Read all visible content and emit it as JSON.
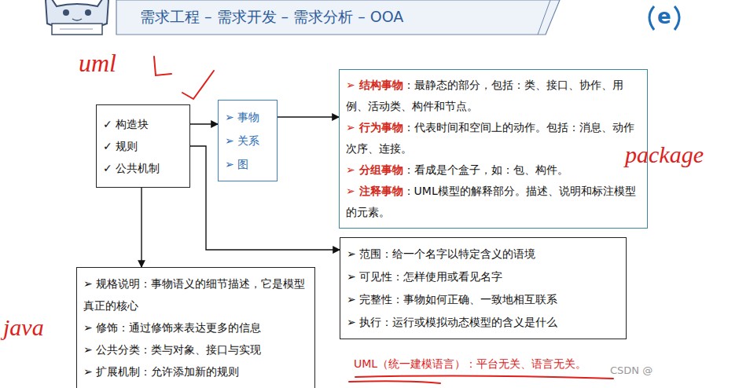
{
  "diagram": {
    "title": "需求工程 – 需求开发 – 需求分析 – OOA",
    "nodes": [
      {
        "text": [
          "✓ 构造块",
          "✓ 规则",
          "✓ 公共机制"
        ]
      },
      {
        "text": [
          "➢ 事物",
          "➢ 关系",
          "➢ 图"
        ]
      },
      {
        "text": [
          "➢ 结构事物：最静态的部分，包括：类、接口、协作、用例、活动类、构件和节点。",
          "➢ 行为事物：代表时间和空间上的动作。包括：消息、动作次序、连接。",
          "➢ 分组事物：看成是个盒子，如：包、构件。",
          "➢ 注释事物：UML模型的解释部分。描述、说明和标注模型的元素。"
        ]
      },
      {
        "text": [
          "➢ 范围：给一个名字以特定含义的语境",
          "➢ 可见性：怎样使用或看见名字",
          "➢ 完整性：事物如何正确、一致地相互联系",
          "➢ 执行：运行或模拟动态模型的含义是什么"
        ]
      },
      {
        "text": [
          "➢ 规格说明：事物语义的细节描述，它是模型真正的核心",
          "➢ 修饰：通过修饰来表达更多的信息",
          "➢ 公共分类：类与对象、接口与实现",
          "➢ 扩展机制：允许添加新的规则"
        ]
      }
    ],
    "edges": [
      {
        "from": 0,
        "to": 1,
        "arrow": "to"
      },
      {
        "from": 1,
        "to": 2,
        "arrow": "to"
      },
      {
        "from": 0,
        "to": 3,
        "arrow": "to"
      },
      {
        "from": 0,
        "to": 4,
        "arrow": "to"
      }
    ],
    "labels": [
      "uml",
      "package",
      "java",
      "UML（统一建模语言）：平台无关、语言无关。",
      "e",
      "CSDN @"
    ]
  }
}
